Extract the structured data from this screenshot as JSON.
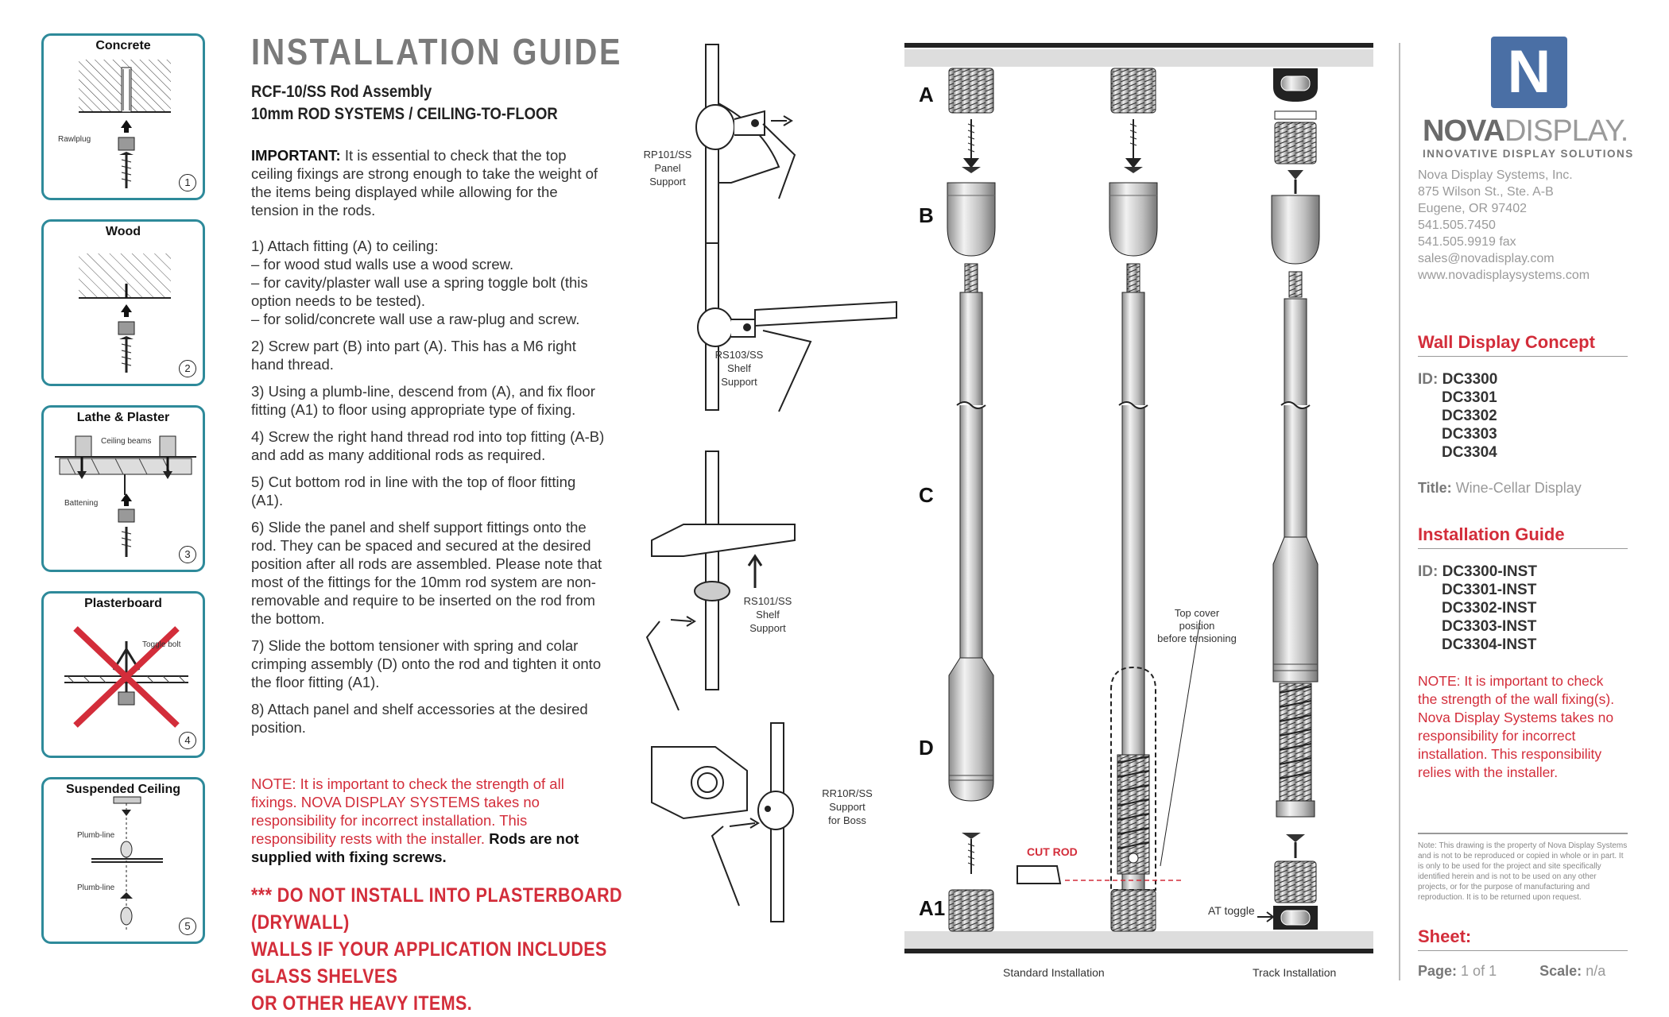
{
  "panels": [
    {
      "title": "Concrete",
      "num": "1",
      "label": "Rawlplug"
    },
    {
      "title": "Wood",
      "num": "2"
    },
    {
      "title": "Lathe & Plaster",
      "num": "3",
      "label": "Ceiling beams",
      "label2": "Battening"
    },
    {
      "title": "Plasterboard",
      "num": "4",
      "label": "Toggle bolt"
    },
    {
      "title": "Suspended Ceiling",
      "num": "5",
      "label": "Plumb-line",
      "label2": "Plumb-line"
    }
  ],
  "guide": {
    "title": "INSTALLATION GUIDE",
    "subtitle1": "RCF-10/SS Rod Assembly",
    "subtitle2": "10mm ROD SYSTEMS / CEILING-TO-FLOOR",
    "important_label": "IMPORTANT:",
    "important_text": " It is essential to check that the top ceiling fixings are strong enough to take the weight of the items being displayed while allowing for the tension in the rods.",
    "step1": "1) Attach fitting (A) to ceiling:",
    "step1a": "– for wood stud walls use a wood screw.",
    "step1b": "– for cavity/plaster wall use a spring toggle bolt (this option needs to be tested).",
    "step1c": "– for solid/concrete wall use a raw-plug and screw.",
    "step2": "2) Screw part (B) into part (A). This has a M6 right hand thread.",
    "step3": "3) Using a plumb-line, descend from (A), and fix floor fitting (A1) to floor using appropriate type of fixing.",
    "step4": "4) Screw the right hand thread rod into top fitting (A-B) and add as many additional rods as required.",
    "step5": "5) Cut bottom rod in line with the top of floor fitting (A1).",
    "step6": "6) Slide the panel and shelf support fittings onto the rod. They can be spaced and secured at the desired position after all rods are assembled. Please note that most of the fittings for the 10mm rod system are non-removable and require to be inserted on the rod from the bottom.",
    "step7": "7) Slide the bottom tensioner with spring and colar crimping assembly (D) onto the rod and tighten it onto the floor fitting (A1).",
    "step8": "8) Attach panel and shelf accessories at the desired position.",
    "note": "NOTE: It is important to check the strength of all fixings. NOVA DISPLAY SYSTEMS takes no responsibility for incorrect installation. This responsibility rests with the installer.",
    "note_bold": "Rods are not supplied with fixing screws.",
    "warning1": "*** DO NOT INSTALL INTO PLASTERBOARD (DRYWALL)",
    "warning2": "WALLS IF YOUR APPLICATION INCLUDES GLASS SHELVES",
    "warning3": "OR OTHER HEAVY ITEMS."
  },
  "fittings": [
    {
      "code": "RP101/SS",
      "line2": "Panel",
      "line3": "Support"
    },
    {
      "code": "RS103/SS",
      "line2": "Shelf",
      "line3": "Support"
    },
    {
      "code": "RS101/SS",
      "line2": "Shelf",
      "line3": "Support"
    },
    {
      "code": "RR10R/SS",
      "line2": "Support",
      "line3": "for Boss"
    }
  ],
  "diagram": {
    "A": "A",
    "B": "B",
    "C": "C",
    "D": "D",
    "A1": "A1",
    "cut_rod": "CUT ROD",
    "top_cover": "Top cover position",
    "top_cover2": "before tensioning",
    "at_toggle": "AT toggle",
    "standard": "Standard Installation",
    "track": "Track Installation"
  },
  "company": {
    "logo_letter": "N",
    "brand_a": "NOVA",
    "brand_b": "DISPLAY.",
    "tagline": "INNOVATIVE DISPLAY SOLUTIONS",
    "name": "Nova Display Systems, Inc.",
    "addr1": "875 Wilson St., Ste. A-B",
    "addr2": "Eugene, OR 97402",
    "phone": "541.505.7450",
    "fax": "541.505.9919 fax",
    "email": "sales@novadisplay.com",
    "web": "www.novadisplaysystems.com",
    "colors": {
      "blue": "#4a6fa5",
      "red": "#d32d3a",
      "teal": "#2e8a9a"
    }
  },
  "concept": {
    "heading": "Wall Display Concept",
    "id_label": "ID:",
    "ids": [
      "DC3300",
      "DC3301",
      "DC3302",
      "DC3303",
      "DC3304"
    ],
    "title_label": "Title:",
    "title": "Wine-Cellar Display"
  },
  "install": {
    "heading": "Installation Guide",
    "id_label": "ID:",
    "ids": [
      "DC3300-INST",
      "DC3301-INST",
      "DC3302-INST",
      "DC3303-INST",
      "DC3304-INST"
    ],
    "note": "NOTE: It is important to check the strength of the wall fixing(s). Nova Display Systems takes no responsibility for incorrect installation. This responsibility relies with the installer."
  },
  "legal": "Note: This drawing is the property of Nova Display Systems and is not to be reproduced or copied in whole or in part. It is only to be used for the project and site specifically identified herein and is not to be used on any other projects, or for the purpose of manufacturing and reproduction. It is to be returned upon request.",
  "sheet": {
    "heading": "Sheet:",
    "page_label": "Page:",
    "page": "1 of 1",
    "scale_label": "Scale:",
    "scale": "n/a"
  }
}
